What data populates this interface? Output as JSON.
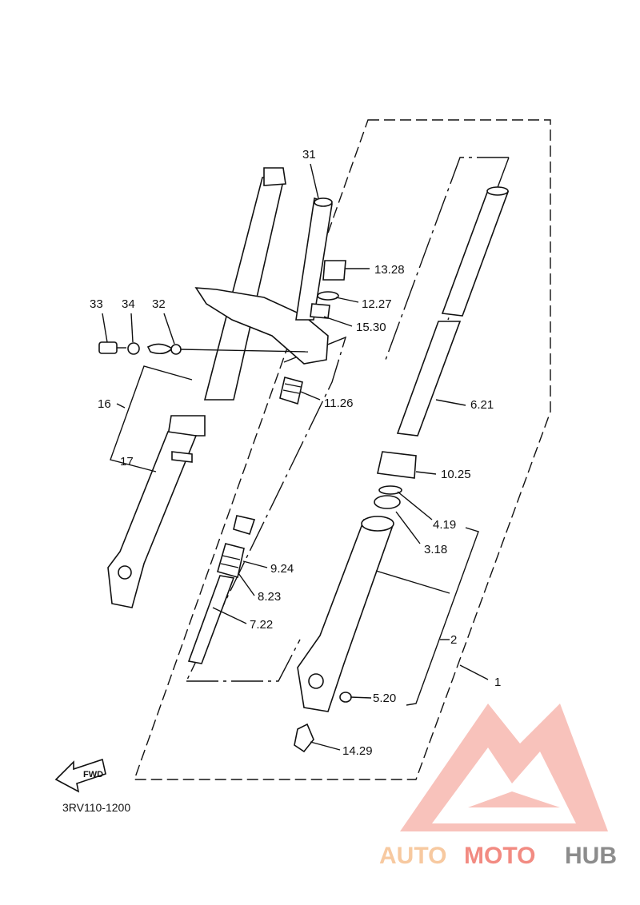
{
  "diagram": {
    "code": "3RV110-1200",
    "fwd_label": "FWD",
    "callouts": {
      "c1": "1",
      "c2": "2",
      "c3": "3.18",
      "c4": "4.19",
      "c5": "5.20",
      "c6": "6.21",
      "c7": "7.22",
      "c8": "8.23",
      "c9": "9.24",
      "c10": "10.25",
      "c11": "11.26",
      "c12": "12.27",
      "c13": "13.28",
      "c14": "14.29",
      "c15": "15.30",
      "c16": "16",
      "c17": "17",
      "c31": "31",
      "c32": "32",
      "c33": "33",
      "c34": "34"
    }
  },
  "watermark": {
    "word_auto": "AUTO",
    "word_moto": "MOTO",
    "word_hub": "HUB",
    "color_light": "#f7b8b0",
    "color_red": "#f28b82",
    "color_grey": "#8c8c8c"
  }
}
